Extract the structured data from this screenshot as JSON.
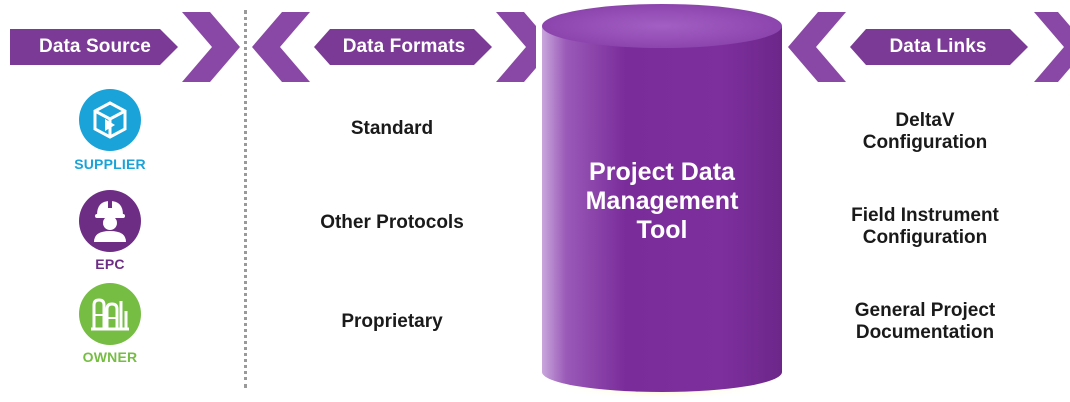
{
  "colors": {
    "banner_purple": "#7b3a96",
    "chevron_purple": "#8a48a6",
    "supplier_blue": "#1aa3d8",
    "epc_purple": "#6e2d85",
    "owner_green": "#76bd43",
    "cylinder_purple": "#7c2f9c",
    "divider_gray": "#9a9a9a"
  },
  "banners": {
    "source": "Data Source",
    "formats": "Data Formats",
    "links": "Data Links"
  },
  "sources": [
    {
      "label": "SUPPLIER",
      "icon": "supplier-box-icon",
      "color": "#1aa3d8"
    },
    {
      "label": "EPC",
      "icon": "hardhat-worker-icon",
      "color": "#6e2d85"
    },
    {
      "label": "OWNER",
      "icon": "refinery-plant-icon",
      "color": "#76bd43"
    }
  ],
  "formats": [
    "Standard",
    "Other Protocols",
    "Proprietary"
  ],
  "cylinder": {
    "line1": "Project Data",
    "line2": "Management",
    "line3": "Tool"
  },
  "links": [
    {
      "line1": "DeltaV",
      "line2": "Configuration"
    },
    {
      "line1": "Field Instrument",
      "line2": "Configuration"
    },
    {
      "line1": "General Project",
      "line2": "Documentation"
    }
  ]
}
